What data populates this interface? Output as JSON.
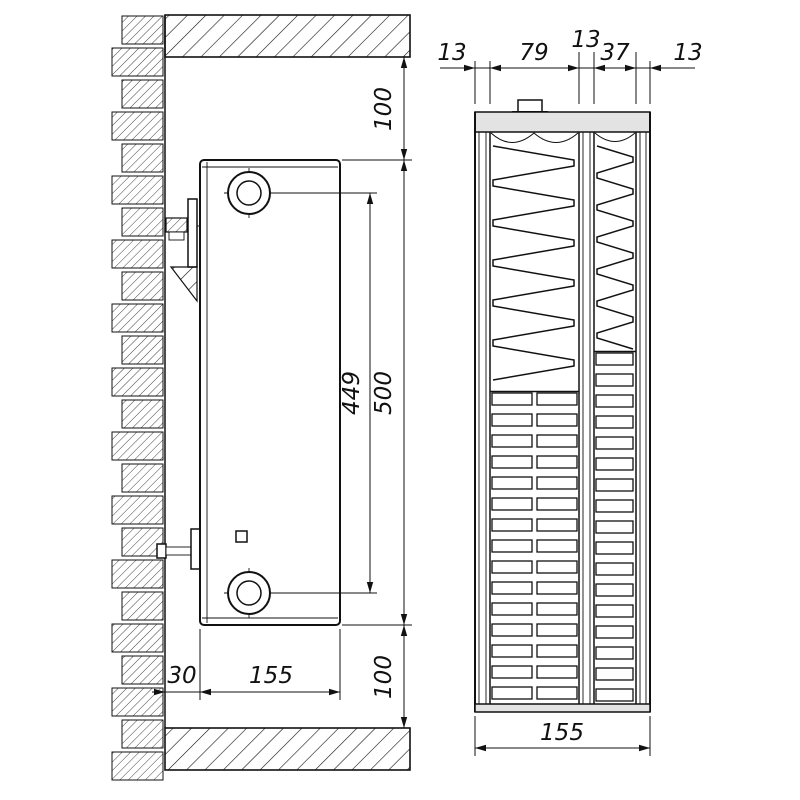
{
  "side_view": {
    "top_clearance": "100",
    "total_height": "500",
    "port_spacing": "449",
    "bottom_clearance": "100",
    "wall_offset": "30",
    "depth": "155"
  },
  "section_view": {
    "top_dims": [
      "13",
      "79",
      "13",
      "37",
      "13"
    ],
    "overall_width": "155"
  }
}
